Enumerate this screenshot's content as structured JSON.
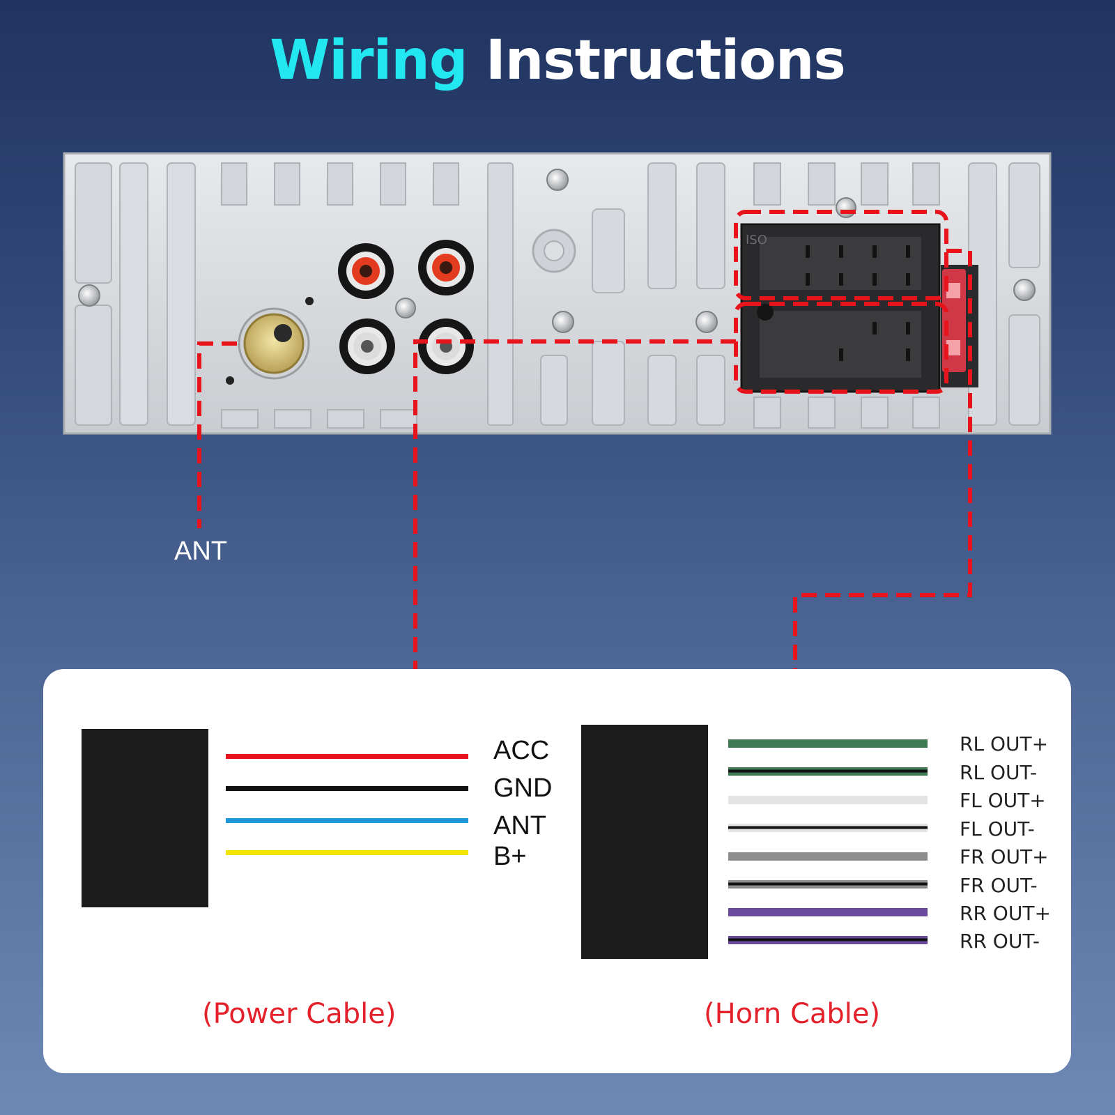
{
  "title": {
    "accent": "Wiring",
    "rest": "Instructions"
  },
  "callouts": {
    "antenna": "ANT"
  },
  "power_cable": {
    "caption": "(Power Cable)",
    "wires": [
      {
        "label": "ACC",
        "color": "#e8141b"
      },
      {
        "label": "GND",
        "color": "#111111"
      },
      {
        "label": "ANT",
        "color": "#1f97db"
      },
      {
        "label": "B+",
        "color": "#f2e300"
      }
    ]
  },
  "horn_cable": {
    "caption": "(Horn Cable)",
    "wires": [
      {
        "label": "RL OUT+",
        "color": "#3f7a55",
        "stripe": ""
      },
      {
        "label": "RL OUT-",
        "color": "#3f7a55",
        "stripe": "#111111"
      },
      {
        "label": "FL OUT+",
        "color": "#e4e4e4",
        "stripe": ""
      },
      {
        "label": "FL OUT-",
        "color": "#e4e4e4",
        "stripe": "#111111"
      },
      {
        "label": "FR OUT+",
        "color": "#8e8e8e",
        "stripe": ""
      },
      {
        "label": "FR OUT-",
        "color": "#8e8e8e",
        "stripe": "#111111"
      },
      {
        "label": "RR OUT+",
        "color": "#6a4a9c",
        "stripe": ""
      },
      {
        "label": "RR OUT-",
        "color": "#6a4a9c",
        "stripe": "#111111"
      }
    ]
  },
  "colors": {
    "accent": "#22e6f0",
    "callout_line": "#e8141b"
  }
}
